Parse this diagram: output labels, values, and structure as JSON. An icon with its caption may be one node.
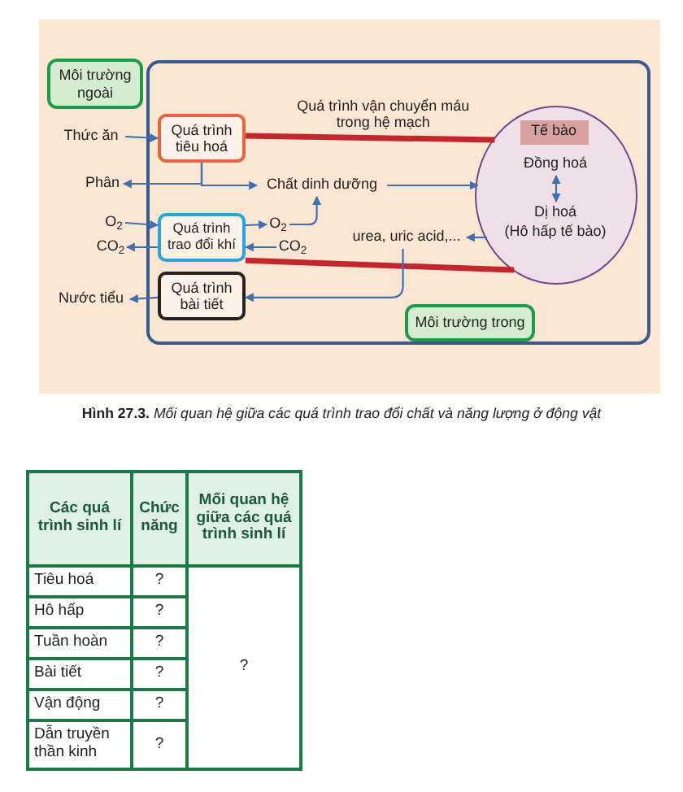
{
  "diagram": {
    "caption": "**Hình 27.3.** *Mối quan hệ giữa các quá trình trao đổi chất và năng lượng ở động vật*",
    "nodes": [
      {
        "text": [
          "Môi trường ngoài"
        ]
      },
      {
        "text": [],
        "shape": "box"
      },
      {
        "text": [],
        "shape": "circle",
        "in": 1
      },
      {
        "text": [
          "Tế bào"
        ],
        "in": 2
      },
      {
        "text": [
          "Thức ăn"
        ]
      },
      {
        "text": [
          "Quá trình tiêu hoá"
        ],
        "in": 1
      },
      {
        "text": [
          "Đồng hoá"
        ],
        "in": 2
      },
      {
        "text": [
          "Phân"
        ]
      },
      {
        "text": [
          "Chất dinh dưỡng"
        ],
        "in": 1
      },
      {
        "text": [
          "O$_{2}$"
        ]
      },
      {
        "text": [
          "Quá trình trao đổi khí"
        ],
        "in": 1
      },
      {
        "text": [
          "O$_{2}$"
        ],
        "in": 1
      },
      {
        "text": [
          "Dị hoá",
          "(Hô hấp tế bào)"
        ],
        "in": 2
      },
      {
        "text": [
          "CO$_{2}$"
        ]
      },
      {
        "text": [
          "CO$_{2}$"
        ],
        "in": 1
      },
      {
        "text": [
          "urea, uric acid,..."
        ],
        "in": 1
      },
      {
        "text": [
          "Nước tiểu"
        ]
      },
      {
        "text": [
          "Quá trình bài tiết"
        ],
        "in": 1
      },
      {
        "text": [
          "Môi trường trong"
        ],
        "in": 1
      }
    ],
    "edges": [
      {
        "from": 4,
        "to": 5,
        "arrow": "to"
      },
      {
        "from": 5,
        "to": 2,
        "arrow": "none",
        "label": "Quá trình vận chuyển máu trong hệ mạch",
        "style": "thick",
        "color": "#c1272d"
      },
      {
        "from": 5,
        "to": 7,
        "arrow": "to"
      },
      {
        "from": 5,
        "to": 8,
        "arrow": "to"
      },
      {
        "from": 8,
        "to": 2,
        "arrow": "to"
      },
      {
        "from": 9,
        "to": 10,
        "arrow": "to"
      },
      {
        "from": 10,
        "to": 11,
        "arrow": "to"
      },
      {
        "from": 11,
        "to": 8,
        "arrow": "to"
      },
      {
        "from": 14,
        "to": 10,
        "arrow": "to"
      },
      {
        "from": 10,
        "to": 13,
        "arrow": "to"
      },
      {
        "from": 10,
        "to": 2,
        "arrow": "none",
        "style": "thick",
        "color": "#c1272d"
      },
      {
        "from": 6,
        "to": 12,
        "arrow": "both"
      },
      {
        "from": 2,
        "to": 15,
        "arrow": "to"
      },
      {
        "from": 15,
        "to": 17,
        "arrow": "to"
      },
      {
        "from": 17,
        "to": 16,
        "arrow": "to"
      }
    ],
    "labels": [
      "Các quá trình sinh lí",
      "Chức năng",
      "Mối quan hệ giữa các quá trình sinh lí",
      "Tiêu hoá",
      "?",
      "?",
      "Hô hấp",
      "?",
      "Tuần hoàn",
      "?",
      "Bài tiết",
      "?",
      "Vận động",
      "?",
      "Dẫn truyền thần kinh",
      "?"
    ]
  }
}
